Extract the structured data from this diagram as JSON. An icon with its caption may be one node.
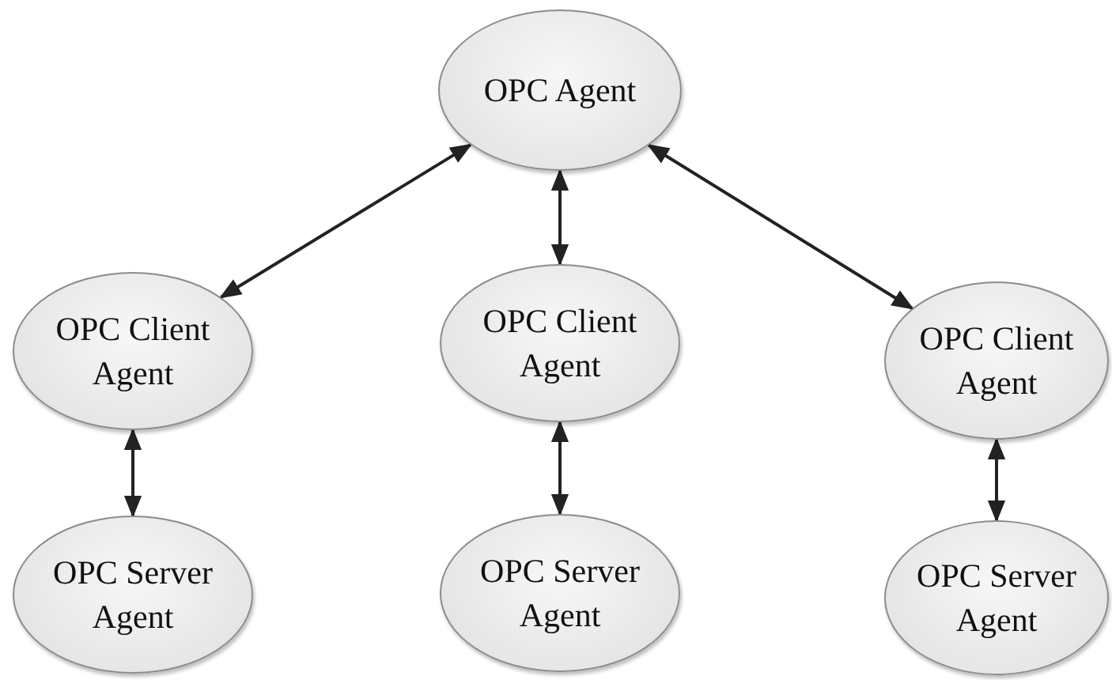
{
  "diagram": {
    "nodes": [
      {
        "text": [
          "OPC Agent"
        ]
      },
      {
        "text": [
          "OPC Client Agent"
        ]
      },
      {
        "text": [
          "OPC Client Agent"
        ]
      },
      {
        "text": [
          "OPC Client Agent"
        ]
      },
      {
        "text": [
          "OPC Server Agent"
        ]
      },
      {
        "text": [
          "OPC Server Agent"
        ]
      },
      {
        "text": [
          "OPC Server Agent"
        ]
      }
    ],
    "edges": [
      {
        "from": 0,
        "to": 1,
        "arrow": "both"
      },
      {
        "from": 0,
        "to": 2,
        "arrow": "both"
      },
      {
        "from": 0,
        "to": 3,
        "arrow": "both"
      },
      {
        "from": 1,
        "to": 4,
        "arrow": "both"
      },
      {
        "from": 2,
        "to": 5,
        "arrow": "both"
      },
      {
        "from": 3,
        "to": 6,
        "arrow": "both"
      }
    ]
  }
}
